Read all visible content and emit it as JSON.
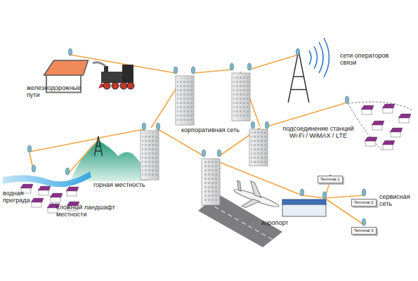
{
  "diagram": {
    "nodes": [
      {
        "text": [
          "Terminal 1"
        ]
      },
      {
        "text": [
          "Terminal 2"
        ]
      },
      {
        "text": [
          "Terminal 3"
        ]
      }
    ],
    "labels": [
      "железнодорожные пути",
      "сети операторов связи",
      "корпоративная сеть",
      "подсоединение станций Wi-Fi / WiMAX / LTE",
      "горная местность",
      "водная преграда",
      "сложный ландшафт местности",
      "аэропорт",
      "сервисная сеть"
    ]
  }
}
